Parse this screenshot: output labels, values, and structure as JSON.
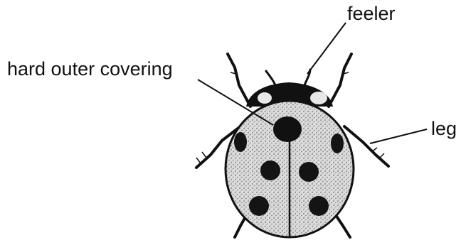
{
  "labels": {
    "feeler": "feeler",
    "shell": "hard outer covering",
    "leg": "leg"
  },
  "colors": {
    "ink": "#111111",
    "shell_fill": "#d2d2d2",
    "spot": "#141414"
  }
}
